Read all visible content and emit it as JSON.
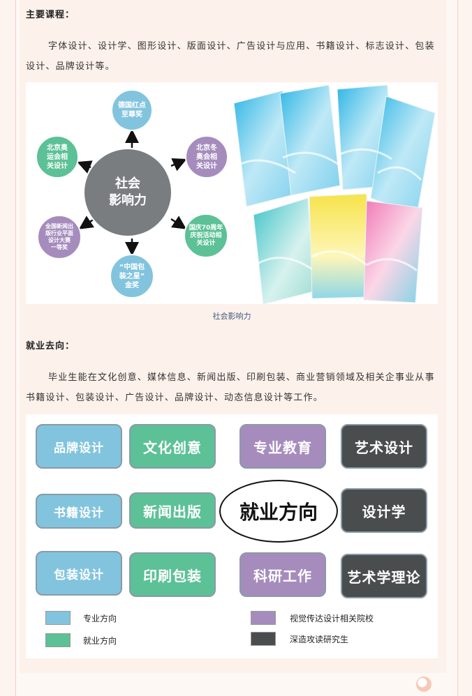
{
  "section1": {
    "heading": "主要课程：",
    "paragraph": "字体设计、设计学、图形设计、版面设计、广告设计与应用、书籍设计、标志设计、包装设计、品牌设计等。"
  },
  "impact": {
    "center": "社会\n影响力",
    "bubbles": [
      {
        "label": "德国红点\n至尊奖",
        "color": "#82c4de"
      },
      {
        "label": "北京冬\n奥会相\n关设计",
        "color": "#a68cbd"
      },
      {
        "label": "国庆70周年\n庆祝活动相\n关设计",
        "color": "#5cc196"
      },
      {
        "label": "“中国包\n装之星”\n金奖",
        "color": "#82c4de"
      },
      {
        "label": "全国新闻出\n版行业平面\n设计大赛\n一等奖",
        "color": "#a68cbd"
      },
      {
        "label": "北京奥\n运会相\n关设计",
        "color": "#5cc196"
      }
    ],
    "caption": "社会影响力"
  },
  "section2": {
    "heading": "就业去向：",
    "paragraph": "毕业生能在文化创意、媒体信息、新闻出版、印刷包装、商业营销领域及相关企事业从事书籍设计、包装设计、广告设计、品牌设计、动态信息设计等工作。"
  },
  "career": {
    "center": "就业方向",
    "boxes": [
      {
        "label": "品牌设计",
        "color": "#82c4de"
      },
      {
        "label": "文化创意",
        "color": "#5cc196"
      },
      {
        "label": "专业教育",
        "color": "#a68cbd"
      },
      {
        "label": "艺术设计",
        "color": "#4a4d4d"
      },
      {
        "label": "书籍设计",
        "color": "#82c4de"
      },
      {
        "label": "新闻出版",
        "color": "#5cc196"
      },
      {
        "label": "设计学",
        "color": "#4a4d4d"
      },
      {
        "label": "包装设计",
        "color": "#82c4de"
      },
      {
        "label": "印刷包装",
        "color": "#5cc196"
      },
      {
        "label": "科研工作",
        "color": "#a68cbd"
      },
      {
        "label": "艺术学理论",
        "color": "#4a4d4d"
      }
    ],
    "legend": [
      {
        "label": "专业方向",
        "color": "#82c4de"
      },
      {
        "label": "就业方向",
        "color": "#5cc196"
      },
      {
        "label": "视觉传达设计相关院校",
        "color": "#a68cbd"
      },
      {
        "label": "深造攻读研究生",
        "color": "#4a4d4d"
      }
    ]
  }
}
